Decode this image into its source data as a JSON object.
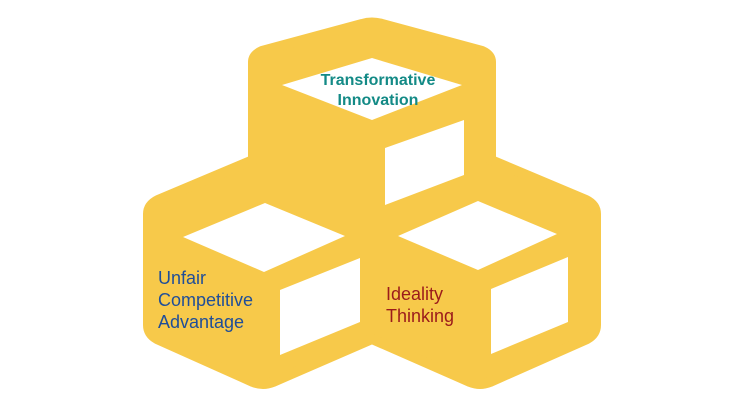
{
  "diagram": {
    "colors": {
      "cube_fill": "#F7C94A",
      "face_fill": "#FFFFFF",
      "background": "#FFFFFF",
      "label_top": "#138A86",
      "label_left": "#1F4E99",
      "label_right": "#9B1B1B"
    },
    "top_block": {
      "line1": "Transformative",
      "line2": "Innovation"
    },
    "left_block": {
      "line1": "Unfair",
      "line2": "Competitive",
      "line3": "Advantage"
    },
    "right_block": {
      "line1": "Ideality",
      "line2": "Thinking"
    }
  }
}
